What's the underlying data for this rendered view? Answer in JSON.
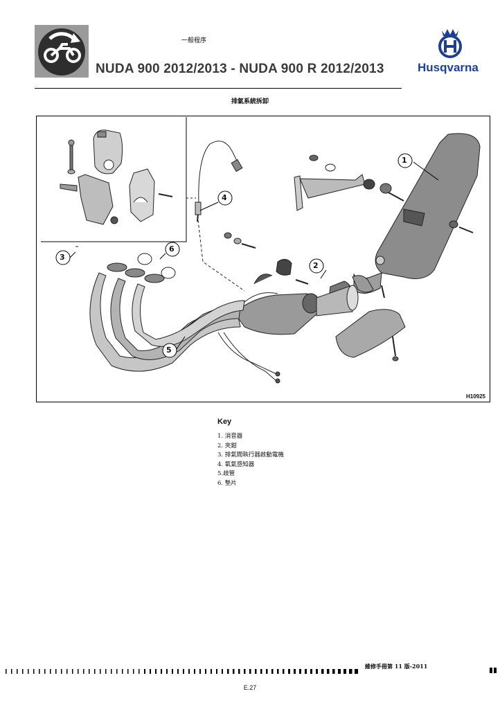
{
  "header": {
    "section_title": "一般程序",
    "model_title": "NUDA 900 2012/2013 - NUDA 900 R 2012/2013",
    "brand_name": "Husqvarna",
    "icon": "motorcycle-removal-icon",
    "logo": "husqvarna-crown-logo"
  },
  "diagram": {
    "title": "排氣系統拆卸",
    "figure_code": "H10925",
    "callouts": [
      "1",
      "2",
      "3",
      "4",
      "5",
      "6"
    ]
  },
  "key": {
    "heading": "Key",
    "items": [
      "1. 消音器",
      "2. 夾鉗",
      "3. 排氣閥執行器啟動電機",
      "4. 氧氣感知器",
      "5.歧管",
      "6. 墊片"
    ]
  },
  "footer": {
    "manual_edition": "維修手冊第 11 版-2011",
    "page_number": "E.27"
  },
  "colors": {
    "brand_blue": "#1f3f8f",
    "title_grey": "#3a3a3a"
  }
}
